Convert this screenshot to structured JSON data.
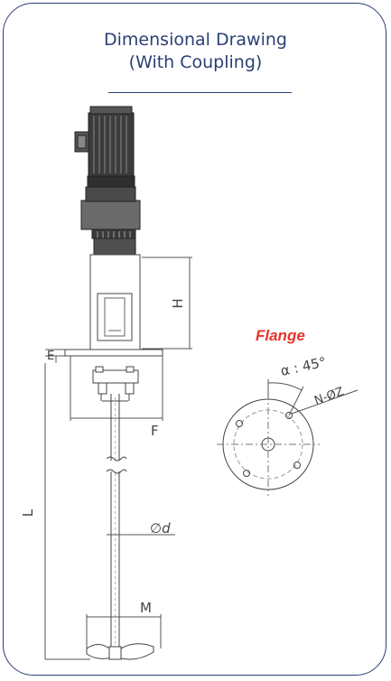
{
  "title": {
    "line1": "Dimensional Drawing",
    "line2": "(With Coupling)"
  },
  "dimensions": {
    "H": "H",
    "E": "E",
    "F": "F",
    "L": "L",
    "d": "∅d",
    "M": "M"
  },
  "flange": {
    "title": "Flange",
    "angle_label": "α : 45°",
    "holes_label": "N-ØZ"
  },
  "colors": {
    "accent": "#2a3f73",
    "flange_title": "#e8342a",
    "line": "#555555"
  }
}
